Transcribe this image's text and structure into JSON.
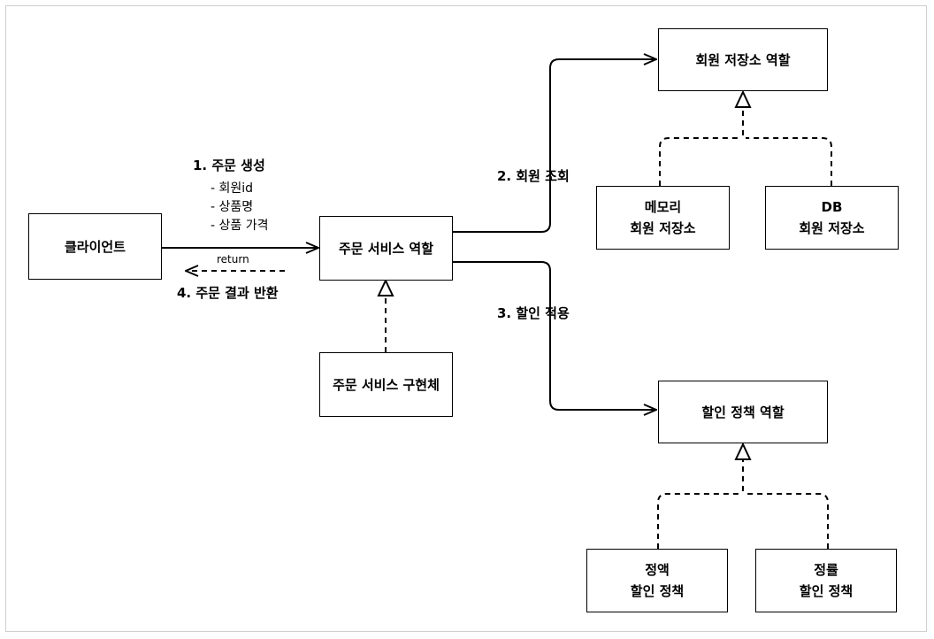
{
  "boxes": {
    "client": "클라이언트",
    "order_service_role": "주문 서비스 역할",
    "order_service_impl": "주문 서비스 구현체",
    "member_repo_role": "회원 저장소 역할",
    "memory_repo": [
      "메모리",
      "회원 저장소"
    ],
    "db_repo": [
      "DB",
      "회원 저장소"
    ],
    "discount_policy_role": "할인 정책 역할",
    "fixed_discount": [
      "정액",
      "할인 정책"
    ],
    "rate_discount": [
      "정률",
      "할인 정책"
    ]
  },
  "labels": {
    "create_order": "1. 주문 생성",
    "params": [
      "- 회원id",
      "- 상품명",
      "- 상품 가격"
    ],
    "return": "return",
    "return_result": "4. 주문 결과 반환",
    "lookup_member": "2. 회원 조회",
    "apply_discount": "3. 할인 적용"
  }
}
